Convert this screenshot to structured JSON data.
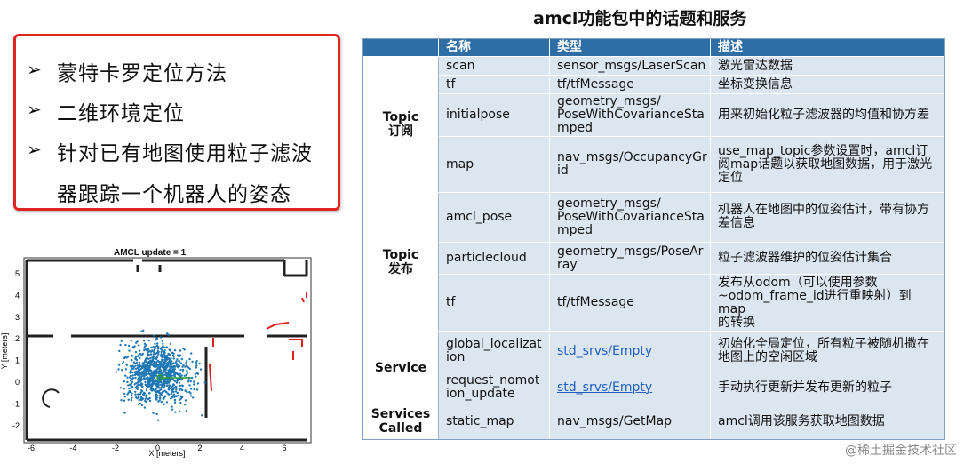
{
  "left_bullets": {
    "items": [
      "蒙特卡罗定位方法",
      "二维环境定位",
      "针对已有地图使用粒子滤波",
      "器跟踪一个机器人的姿态"
    ],
    "arrow": "➢"
  },
  "plot": {
    "title": "AMCL update = 1",
    "xlabel": "X [meters]",
    "ylabel": "Y [meters]",
    "x_ticks": [
      "-6",
      "-4",
      "-2",
      "0",
      "2",
      "4",
      "6"
    ],
    "y_ticks": [
      "5",
      "4",
      "3",
      "2",
      "1",
      "0",
      "-1",
      "-2"
    ],
    "particle_color": "#1f77b4",
    "pose_color": "#2ca02c",
    "laser_color": "#e02020"
  },
  "table": {
    "title": "amcl功能包中的话题和服务",
    "headers": [
      "",
      "名称",
      "类型",
      "描述"
    ],
    "categories": {
      "subscribe_1": "Topic",
      "subscribe_2": "订阅",
      "publish_1": "Topic",
      "publish_2": "发布",
      "service": "Service",
      "services_called_1": "Services",
      "services_called_2": "Called"
    },
    "rows": [
      {
        "name": "scan",
        "type": "sensor_msgs/LaserScan",
        "desc": "激光雷达数据"
      },
      {
        "name": "tf",
        "type": "tf/tfMessage",
        "desc": "坐标变换信息"
      },
      {
        "name": "initialpose",
        "type": "geometry_msgs/\nPoseWithCovarianceSta\nmped",
        "desc": "用来初始化粒子滤波器的均值和协方差"
      },
      {
        "name": "map",
        "type": "nav_msgs/OccupancyGr\nid",
        "desc": "use_map_topic参数设置时，amcl订\n阅map话题以获取地图数据，用于激光\n定位"
      },
      {
        "name": "amcl_pose",
        "type": "geometry_msgs/\nPoseWithCovarianceSta\nmped",
        "desc": "机器人在地图中的位姿估计，带有协方\n差信息"
      },
      {
        "name": "particlecloud",
        "type": "geometry_msgs/PoseAr\nray",
        "desc": "粒子滤波器维护的位姿估计集合"
      },
      {
        "name": "tf",
        "type": "tf/tfMessage",
        "desc": "发布从odom（可以使用参数\n~odom_frame_id进行重映射）到map\n的转换"
      },
      {
        "name": "global_localizat\nion",
        "type": "std_srvs/Empty",
        "desc": "初始化全局定位，所有粒子被随机撒在\n地图上的空闲区域"
      },
      {
        "name": "request_nomot\nion_update",
        "type": "std_srvs/Empty",
        "desc": "手动执行更新并发布更新的粒子"
      },
      {
        "name": "static_map",
        "type": "nav_msgs/GetMap",
        "desc": "amcl调用该服务获取地图数据"
      }
    ]
  },
  "watermark": "@稀土掘金技术社区"
}
